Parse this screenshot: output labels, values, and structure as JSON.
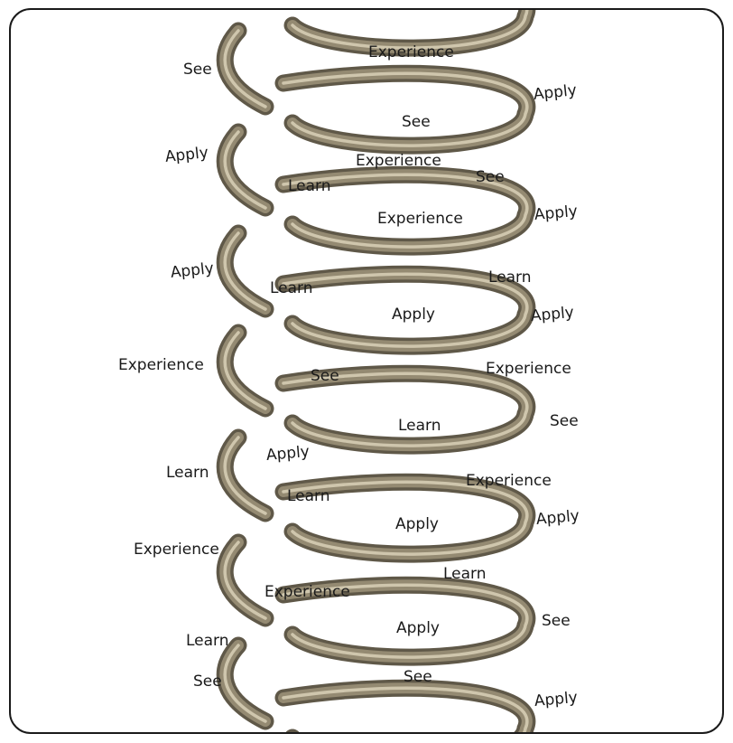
{
  "colors": {
    "frame": "#1a1a1a",
    "text": "#1a1a1a",
    "coil_dark": "#5f5848",
    "coil_mid": "#948a72",
    "coil_light": "#cfc6ad"
  },
  "labels": [
    {
      "id": "l01",
      "text": "Experience"
    },
    {
      "id": "l02",
      "text": "See"
    },
    {
      "id": "l03",
      "text": "Apply"
    },
    {
      "id": "l04",
      "text": "See"
    },
    {
      "id": "l05",
      "text": "Apply"
    },
    {
      "id": "l06",
      "text": "Experience"
    },
    {
      "id": "l07",
      "text": "Learn"
    },
    {
      "id": "l08",
      "text": "See"
    },
    {
      "id": "l09",
      "text": "Experience"
    },
    {
      "id": "l10",
      "text": "Apply"
    },
    {
      "id": "l11",
      "text": "Apply"
    },
    {
      "id": "l12",
      "text": "Learn"
    },
    {
      "id": "l13",
      "text": "Learn"
    },
    {
      "id": "l14",
      "text": "Apply"
    },
    {
      "id": "l15",
      "text": "Apply"
    },
    {
      "id": "l16",
      "text": "Experience"
    },
    {
      "id": "l17",
      "text": "See"
    },
    {
      "id": "l18",
      "text": "Experience"
    },
    {
      "id": "l19",
      "text": "See"
    },
    {
      "id": "l20",
      "text": "Learn"
    },
    {
      "id": "l21",
      "text": "Apply"
    },
    {
      "id": "l22",
      "text": "Learn"
    },
    {
      "id": "l23",
      "text": "Experience"
    },
    {
      "id": "l24",
      "text": "Learn"
    },
    {
      "id": "l25",
      "text": "Apply"
    },
    {
      "id": "l26",
      "text": "Apply"
    },
    {
      "id": "l27",
      "text": "Experience"
    },
    {
      "id": "l28",
      "text": "Learn"
    },
    {
      "id": "l29",
      "text": "Experience"
    },
    {
      "id": "l30",
      "text": "Learn"
    },
    {
      "id": "l31",
      "text": "See"
    },
    {
      "id": "l32",
      "text": "Apply"
    },
    {
      "id": "l33",
      "text": "See"
    },
    {
      "id": "l34",
      "text": "See"
    },
    {
      "id": "l35",
      "text": "Apply"
    }
  ]
}
